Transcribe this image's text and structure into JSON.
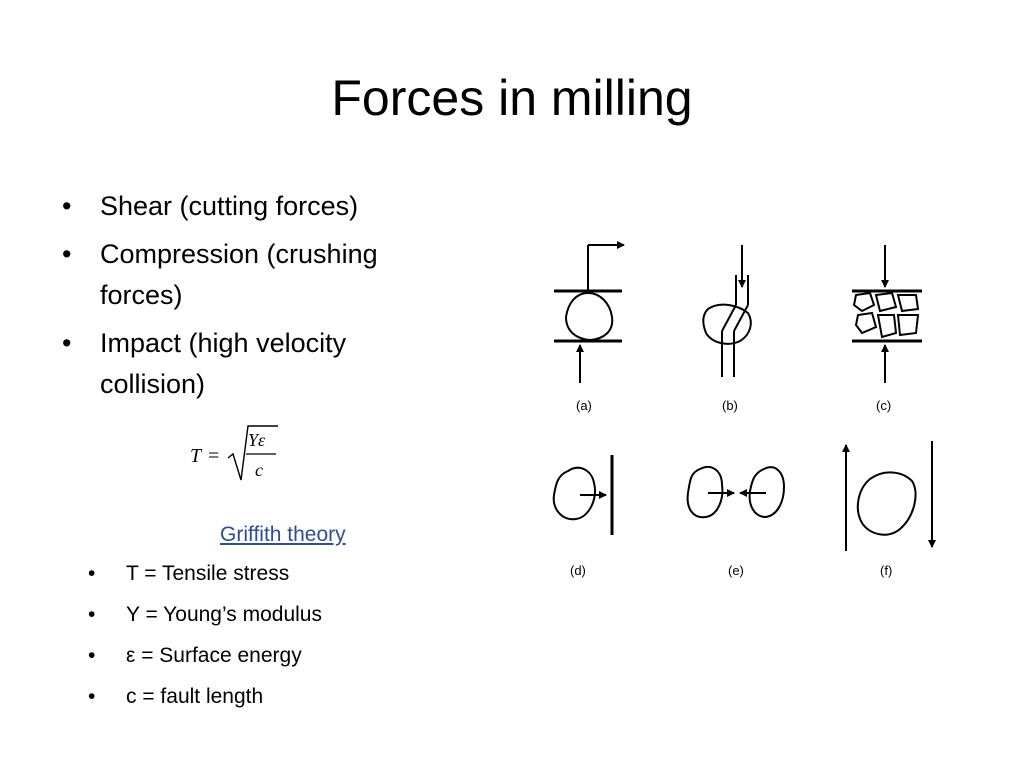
{
  "slide": {
    "title": "Forces in milling",
    "bullets": [
      "Shear (cutting forces)",
      "Compression (crushing forces)",
      "Impact (high velocity collision)"
    ],
    "formula": {
      "lhs": "T",
      "equals": "=",
      "numerator": "Yε",
      "denominator": "c"
    },
    "theory_link": "Griffith theory",
    "definitions": [
      "T = Tensile stress",
      "Y = Young’s modulus",
      "ε = Surface energy",
      "c = fault length"
    ],
    "bullet_glyph": "•"
  },
  "diagram": {
    "labels": [
      "(a)",
      "(b)",
      "(c)",
      "(d)",
      "(e)",
      "(f)"
    ]
  }
}
